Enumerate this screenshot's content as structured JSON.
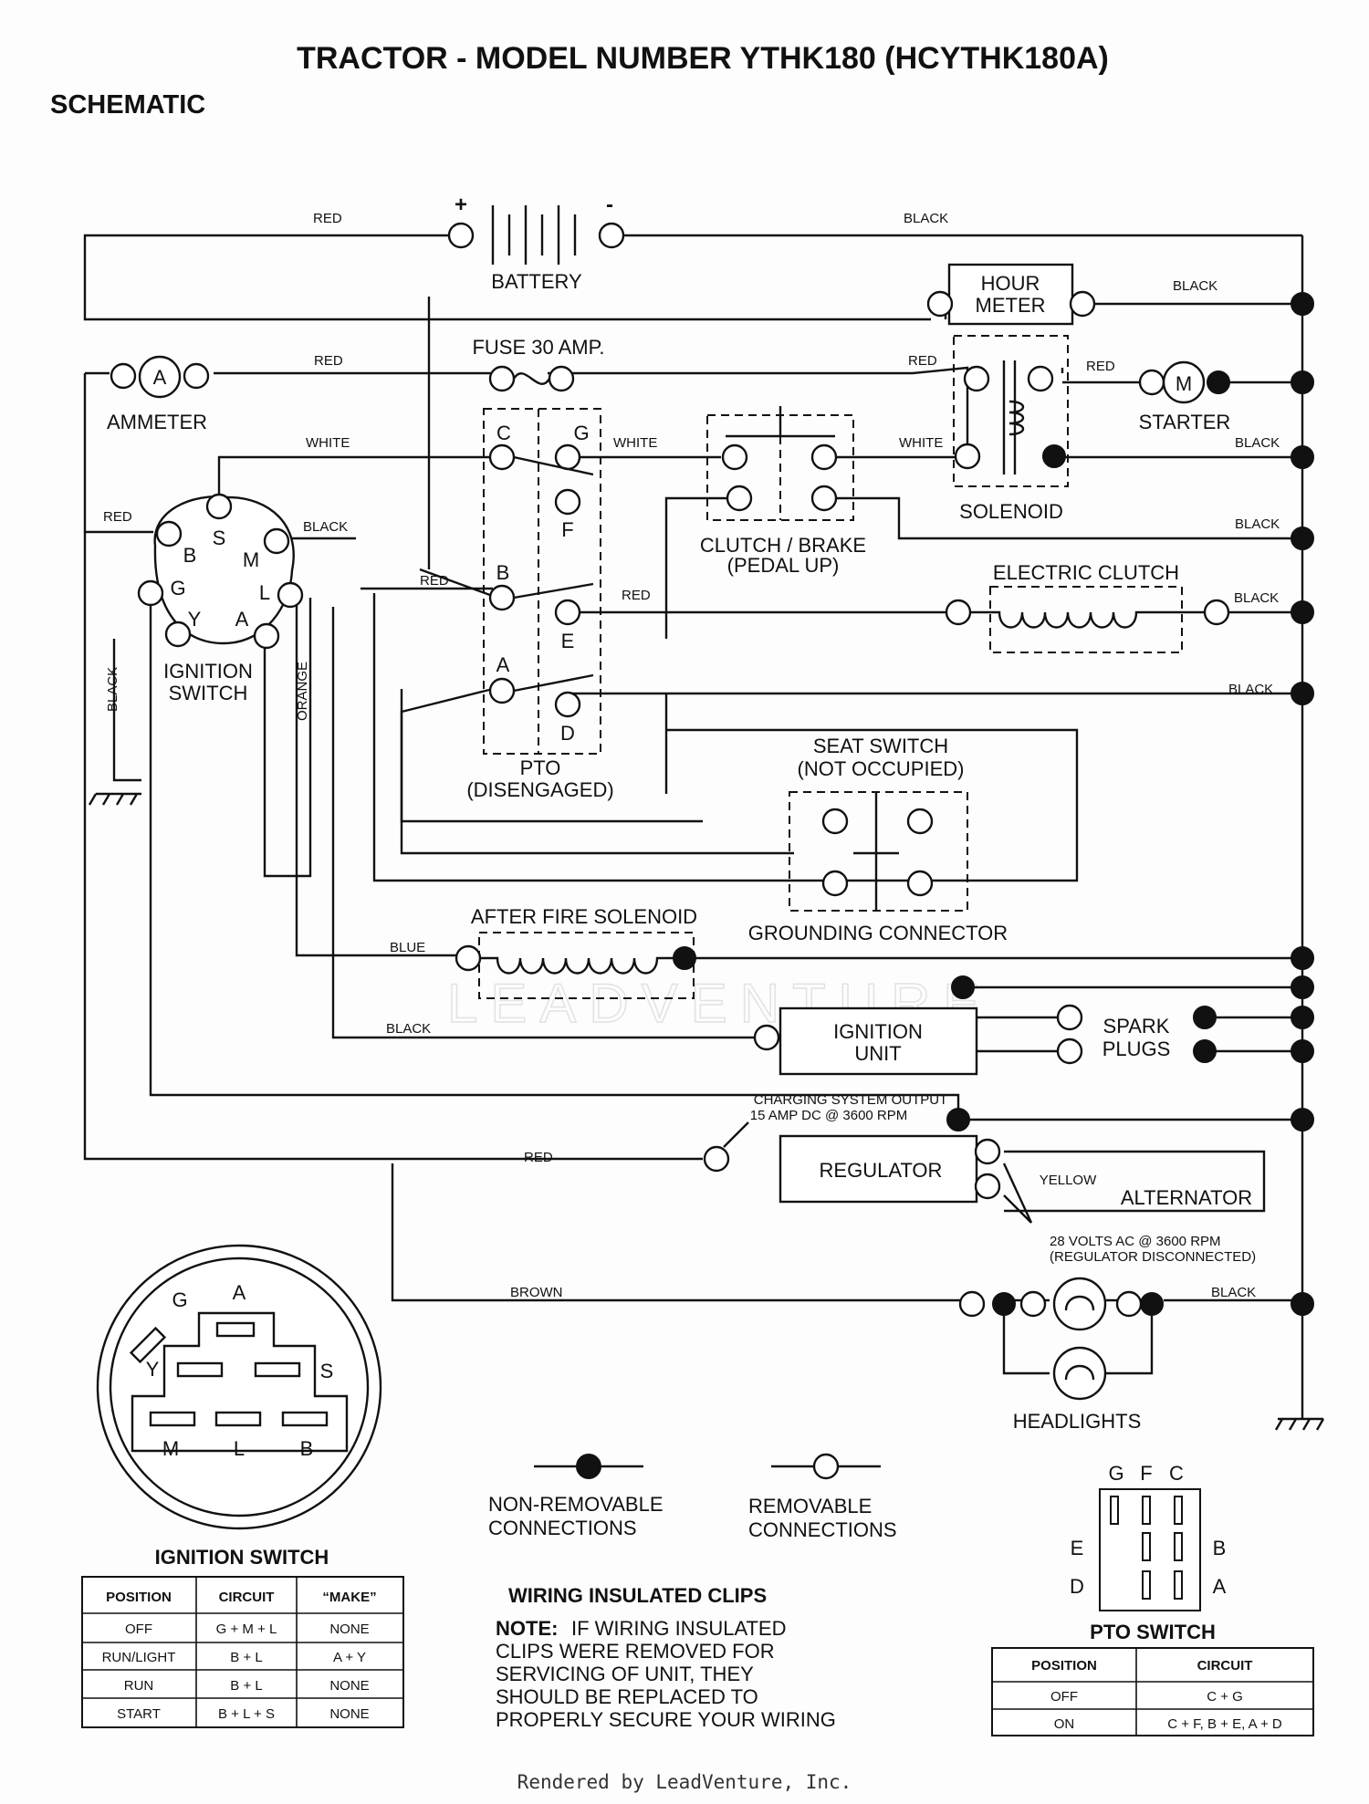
{
  "title": "TRACTOR - MODEL NUMBER YTHK180 (HCYTHK180A)",
  "subtitle": "SCHEMATIC",
  "watermark": "LEADVENTURE",
  "footer": "Rendered by LeadVenture, Inc.",
  "components": {
    "battery": "BATTERY",
    "battery_pos": "+",
    "battery_neg": "-",
    "hour_meter_1": "HOUR",
    "hour_meter_2": "METER",
    "fuse": "FUSE 30 AMP.",
    "ammeter": "AMMETER",
    "ammeter_sym": "A",
    "starter": "STARTER",
    "starter_sym": "M",
    "solenoid": "SOLENOID",
    "clutch_brake_1": "CLUTCH / BRAKE",
    "clutch_brake_2": "(PEDAL UP)",
    "electric_clutch": "ELECTRIC CLUTCH",
    "ignition_switch_1": "IGNITION",
    "ignition_switch_2": "SWITCH",
    "pto_1": "PTO",
    "pto_2": "(DISENGAGED)",
    "seat_switch_1": "SEAT SWITCH",
    "seat_switch_2": "(NOT OCCUPIED)",
    "grounding_connector": "GROUNDING CONNECTOR",
    "after_fire_solenoid": "AFTER FIRE SOLENOID",
    "ignition_unit_1": "IGNITION",
    "ignition_unit_2": "UNIT",
    "spark_plugs_1": "SPARK",
    "spark_plugs_2": "PLUGS",
    "regulator": "REGULATOR",
    "alternator": "ALTERNATOR",
    "charging_output_1": "CHARGING SYSTEM OUTPUT",
    "charging_output_2": "15 AMP DC @ 3600 RPM",
    "alternator_output_1": "28 VOLTS AC @ 3600 RPM",
    "alternator_output_2": "(REGULATOR DISCONNECTED)",
    "headlights": "HEADLIGHTS"
  },
  "terminals": {
    "switch": [
      "S",
      "B",
      "M",
      "G",
      "L",
      "Y",
      "A"
    ],
    "pto": [
      "C",
      "G",
      "F",
      "B",
      "E",
      "A",
      "D"
    ]
  },
  "wires": {
    "red": "RED",
    "black": "BLACK",
    "white": "WHITE",
    "orange": "ORANGE",
    "blue": "BLUE",
    "yellow": "YELLOW",
    "brown": "BROWN"
  },
  "legend": {
    "non_removable_1": "NON-REMOVABLE",
    "non_removable_2": "CONNECTIONS",
    "removable_1": "REMOVABLE",
    "removable_2": "CONNECTIONS"
  },
  "ignition_plug": {
    "G": "G",
    "A": "A",
    "Y": "Y",
    "S": "S",
    "M": "M",
    "L": "L",
    "B": "B"
  },
  "ignition_table": {
    "title": "IGNITION SWITCH",
    "headers": [
      "POSITION",
      "CIRCUIT",
      "“MAKE”"
    ],
    "rows": [
      [
        "OFF",
        "G + M + L",
        "NONE"
      ],
      [
        "RUN/LIGHT",
        "B + L",
        "A + Y"
      ],
      [
        "RUN",
        "B + L",
        "NONE"
      ],
      [
        "START",
        "B + L + S",
        "NONE"
      ]
    ]
  },
  "clips_note": {
    "title": "WIRING INSULATED CLIPS",
    "note_label": "NOTE:",
    "line1": "IF WIRING INSULATED",
    "line2": "CLIPS WERE REMOVED FOR",
    "line3": "SERVICING OF UNIT, THEY",
    "line4": "SHOULD BE REPLACED TO",
    "line5": "PROPERLY SECURE YOUR WIRING"
  },
  "pto_switch": {
    "title": "PTO SWITCH",
    "G": "G",
    "F": "F",
    "C": "C",
    "E": "E",
    "B": "B",
    "D": "D",
    "A": "A",
    "headers": [
      "POSITION",
      "CIRCUIT"
    ],
    "rows": [
      [
        "OFF",
        "C + G"
      ],
      [
        "ON",
        "C + F, B + E, A + D"
      ]
    ]
  }
}
